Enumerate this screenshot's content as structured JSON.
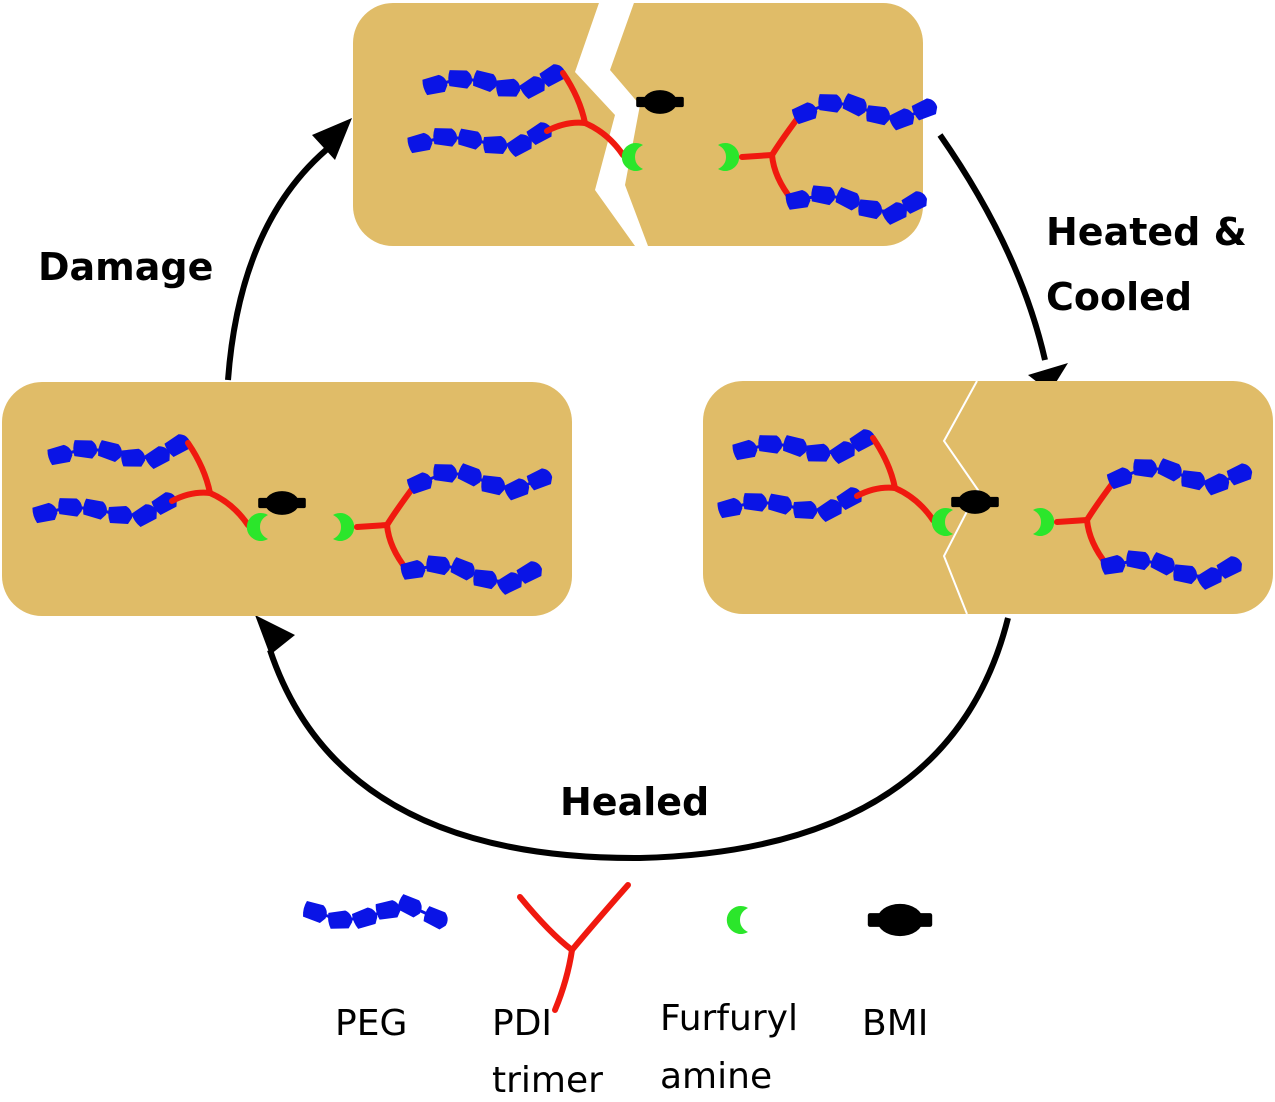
{
  "diagram": {
    "title": "Self-healing polymer cycle",
    "colors": {
      "panel": "#e0bc68",
      "peg": "#0a14e6",
      "pdi": "#f0190f",
      "furfuryl": "#2be62b",
      "bmi": "#000000",
      "arrow": "#000000",
      "crack": "#ffffff"
    },
    "panels": [
      {
        "id": "damaged",
        "state": "cracked",
        "bond": "broken"
      },
      {
        "id": "heated",
        "state": "crack-line",
        "bond": "reconnecting"
      },
      {
        "id": "healed",
        "state": "intact",
        "bond": "bonded"
      }
    ],
    "steps": {
      "heated": [
        "Heated &",
        "Cooled"
      ],
      "healed": "Healed",
      "damage": "Damage"
    },
    "legend": [
      {
        "key": "peg",
        "lines": [
          "PEG"
        ]
      },
      {
        "key": "pdi",
        "lines": [
          "PDI",
          "trimer"
        ]
      },
      {
        "key": "furfuryl",
        "lines": [
          "Furfuryl",
          "amine"
        ]
      },
      {
        "key": "bmi",
        "lines": [
          "BMI"
        ]
      }
    ]
  }
}
